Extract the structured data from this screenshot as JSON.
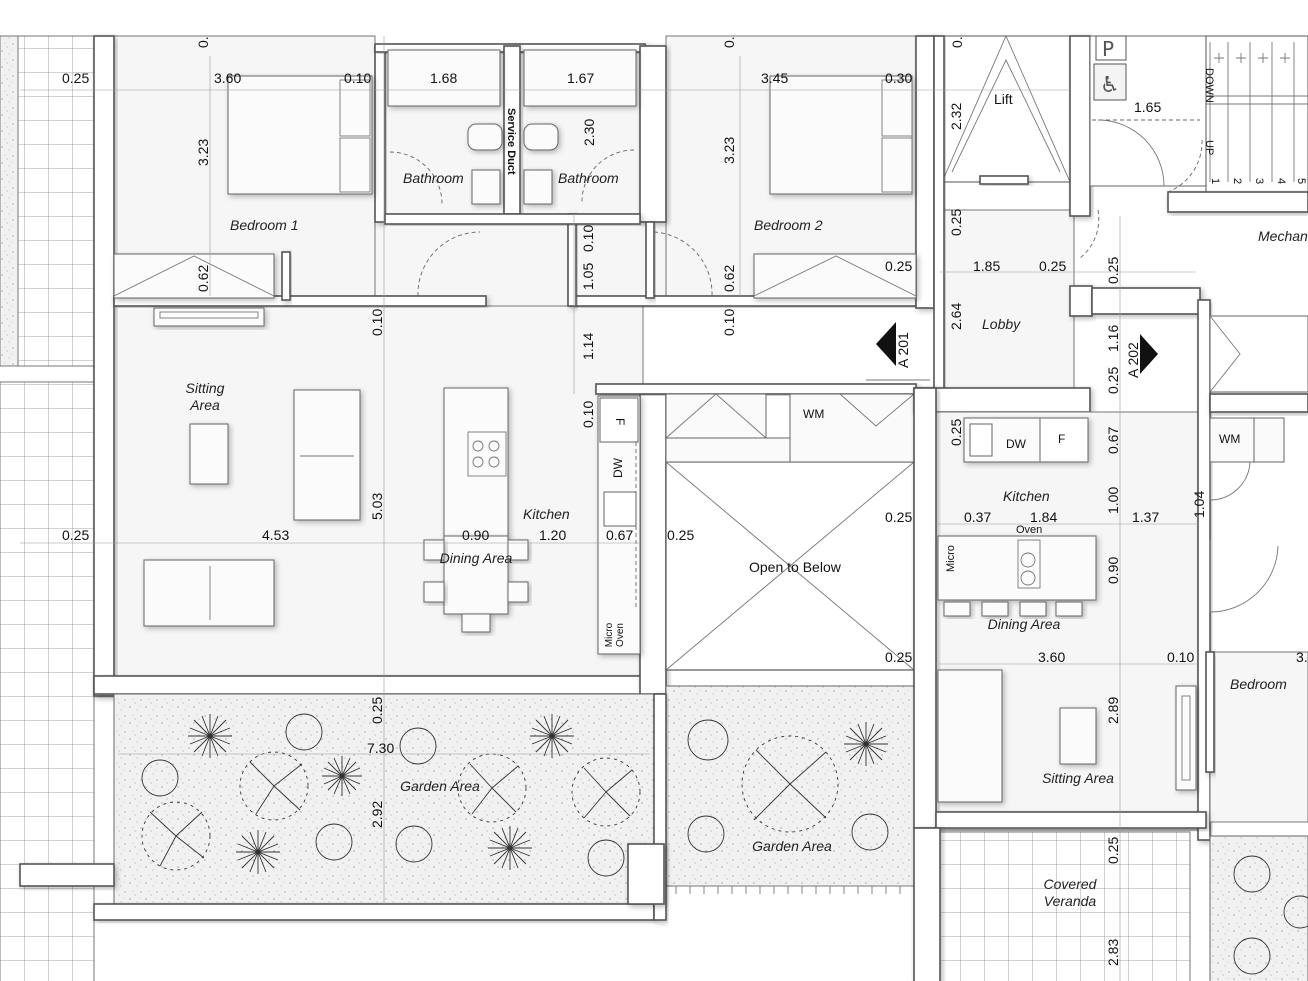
{
  "rooms": {
    "bedroom1": "Bedroom 1",
    "bedroom2": "Bedroom 2",
    "bathroom_left": "Bathroom",
    "bathroom_right": "Bathroom",
    "service_duct": "Service Duct",
    "lift": "Lift",
    "lobby": "Lobby",
    "mechanical": "Mechanical Area",
    "sitting_left": "Sitting Area",
    "kitchen_left": "Kitchen",
    "dining_left": "Dining Area",
    "open_below": "Open to Below",
    "kitchen_right": "Kitchen",
    "dining_right": "Dining Area",
    "sitting_right": "Sitting Area",
    "bedroom_right": "Bedroom",
    "garden_left": "Garden Area",
    "garden_mid": "Garden Area",
    "veranda": "Covered Veranda"
  },
  "appliances": {
    "wm_mid": "WM",
    "wm_right": "WM",
    "dw_left": "DW",
    "dw_right": "DW",
    "f_left": "F",
    "f_right": "F",
    "micro_oven_left": "Micro Oven",
    "micro_right": "Micro",
    "oven_right": "Oven"
  },
  "stairs": {
    "down": "DOWN",
    "up": "UP",
    "steps": [
      "1",
      "2",
      "3",
      "4",
      "5"
    ]
  },
  "markers": {
    "section_a201": "A 201",
    "section_a202": "A 202"
  },
  "dimensions": {
    "top_left_025": "0.25",
    "bed1_width": "3.60",
    "wall_010_a": "0.10",
    "bath1_width": "1.68",
    "bath2_width": "1.67",
    "bed2_width": "3.45",
    "wall_030": "0.30",
    "lift_232": "2.32",
    "stair_165": "1.65",
    "bed1_depth": "3.23",
    "bath_depth": "2.30",
    "bed2_depth": "3.23",
    "lobby_wall_025": "0.25",
    "hall_010": "0.10",
    "hall_105": "1.05",
    "bed1_wardrobe": "0.62",
    "bed2_wardrobe": "0.62",
    "bed2_side_025": "0.25",
    "lobby_width": "1.85",
    "lobby_side_025": "0.25",
    "lobby_v_025": "0.25",
    "lobby_depth": "2.64",
    "living_010_a": "0.10",
    "living_010_b": "0.10",
    "hall_114": "1.14",
    "vert_116": "1.16",
    "vert_025_r": "0.25",
    "kitchen_010": "0.10",
    "kit_r_025": "0.25",
    "kit_r_067": "0.67",
    "kit_r_100": "1.00",
    "kit_r_037": "0.37",
    "kit_r_184": "1.84",
    "kit_r_137": "1.37",
    "kit_r_104": "1.04",
    "living_503": "5.03",
    "living_left_025": "0.25",
    "living_453": "4.53",
    "island_090": "0.90",
    "kit_120": "1.20",
    "kit_067": "0.67",
    "kit_025": "0.25",
    "open_025_a": "0.25",
    "kit_r_090": "0.90",
    "open_025_b": "0.25",
    "sit_r_360": "3.60",
    "sit_r_010": "0.10",
    "bed_r_3": "3.",
    "garden_025": "0.25",
    "garden_730": "7.30",
    "garden_292": "2.92",
    "sit_r_289": "2.89",
    "veranda_025": "0.25",
    "veranda_283": "2.83",
    "top_0_a": "0.",
    "top_0_b": "0.",
    "top_0_c": "0."
  }
}
